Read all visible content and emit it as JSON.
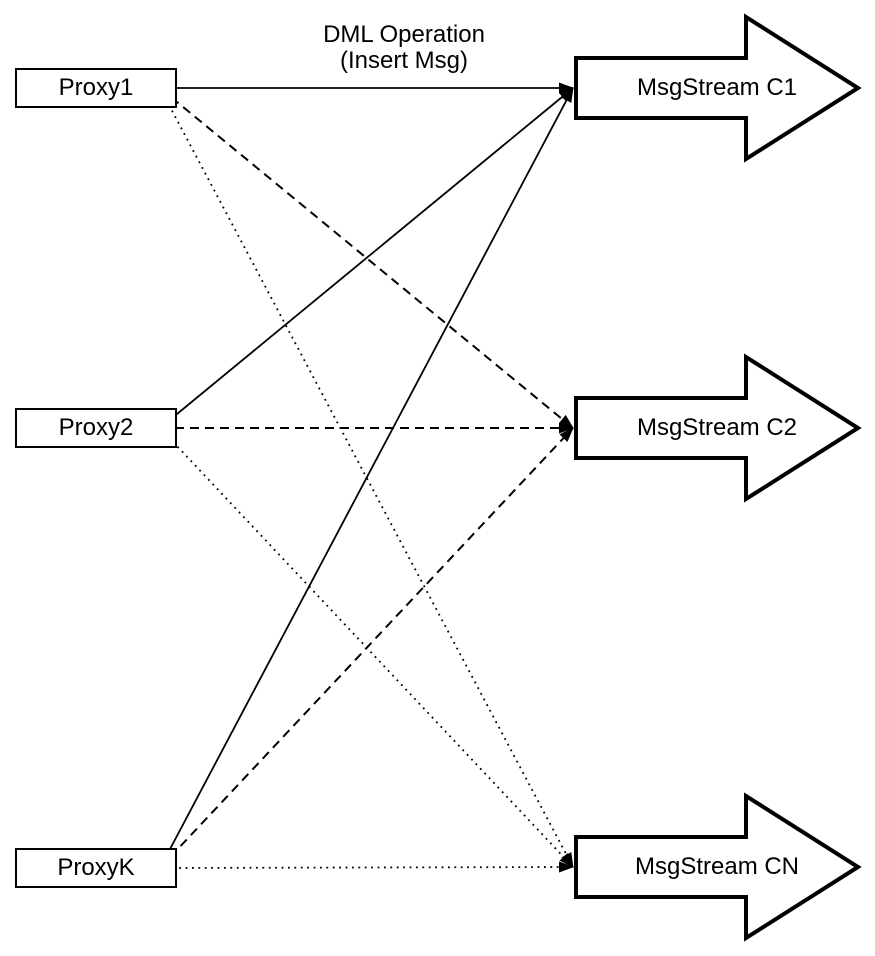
{
  "diagram": {
    "colors": {
      "background": "#ffffff",
      "stroke": "#000000",
      "node_fill": "#ffffff"
    },
    "edge_label": {
      "line1": "DML Operation",
      "line2": "(Insert Msg)"
    },
    "proxies": [
      {
        "label": "Proxy1"
      },
      {
        "label": "Proxy2"
      },
      {
        "label": "ProxyK"
      }
    ],
    "streams": [
      {
        "label": "MsgStream C1"
      },
      {
        "label": "MsgStream C2"
      },
      {
        "label": "MsgStream CN"
      }
    ],
    "edges": [
      {
        "from": "Proxy1",
        "to": "MsgStream C1",
        "style": "solid"
      },
      {
        "from": "Proxy2",
        "to": "MsgStream C1",
        "style": "solid"
      },
      {
        "from": "ProxyK",
        "to": "MsgStream C1",
        "style": "solid"
      },
      {
        "from": "Proxy1",
        "to": "MsgStream C2",
        "style": "dashed"
      },
      {
        "from": "Proxy2",
        "to": "MsgStream C2",
        "style": "dashed"
      },
      {
        "from": "ProxyK",
        "to": "MsgStream C2",
        "style": "dashed"
      },
      {
        "from": "Proxy1",
        "to": "MsgStream CN",
        "style": "dotted"
      },
      {
        "from": "Proxy2",
        "to": "MsgStream CN",
        "style": "dotted"
      },
      {
        "from": "ProxyK",
        "to": "MsgStream CN",
        "style": "dotted"
      }
    ]
  }
}
